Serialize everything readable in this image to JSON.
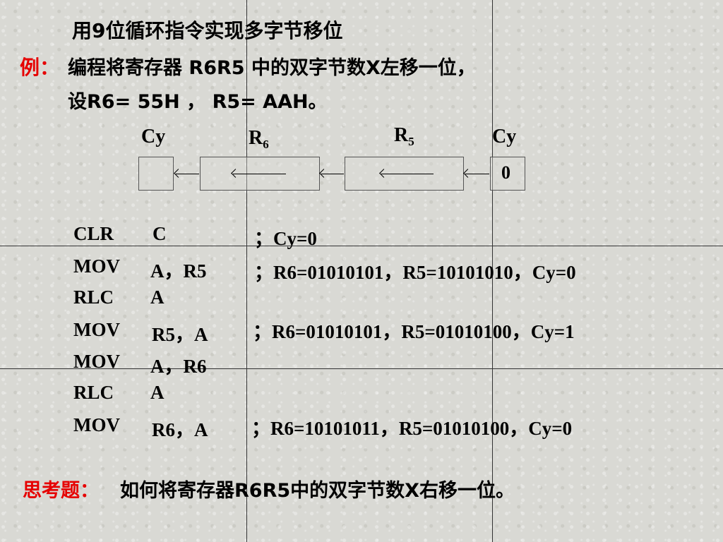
{
  "title": "用9位循环指令实现多字节移位",
  "example": {
    "label": "例：",
    "line1": "编程将寄存器 R6R5 中的双字节数X左移一位，",
    "line2": "设R6= 55H ， R5= AAH。"
  },
  "diagram": {
    "cy_left": "Cy",
    "r6": "R",
    "r6_sub": "6",
    "r5": "R",
    "r5_sub": "5",
    "cy_right": "Cy",
    "cy_right_value": "0"
  },
  "code": [
    {
      "op": "CLR",
      "arg": "C",
      "comment": "；Cy=0"
    },
    {
      "op": "MOV",
      "arg": "A，R5",
      "comment": "；R6=01010101，R5=10101010，Cy=0"
    },
    {
      "op": "RLC",
      "arg": "A",
      "comment": ""
    },
    {
      "op": "MOV",
      "arg": "R5，A",
      "comment": "；R6=01010101，R5=01010100，Cy=1"
    },
    {
      "op": "MOV",
      "arg": "A，R6",
      "comment": ""
    },
    {
      "op": "RLC",
      "arg": "A",
      "comment": ""
    },
    {
      "op": "MOV",
      "arg": "R6，A",
      "comment": "；R6=10101011，R5=01010100，Cy=0"
    }
  ],
  "question": {
    "label": "思考题：",
    "text": "如何将寄存器R6R5中的双字节数X右移一位。"
  },
  "colors": {
    "accent": "#e60000",
    "text": "#000000",
    "background": "#d9d9d4"
  }
}
